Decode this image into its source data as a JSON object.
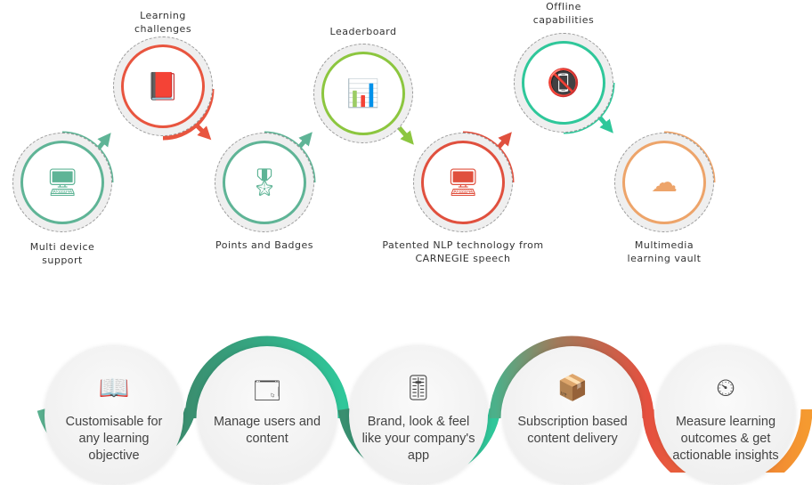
{
  "features": [
    {
      "label": "Multi device support",
      "lines": [
        "Multi device",
        "support"
      ],
      "icon": "devices-icon",
      "color": "#5fb496"
    },
    {
      "label": "Learning challenges",
      "lines": [
        "Learning",
        "challenges"
      ],
      "icon": "book-icon",
      "color": "#e8553f"
    },
    {
      "label": "Points and Badges",
      "lines": [
        "Points and Badges"
      ],
      "icon": "badge-icon",
      "color": "#5fb496"
    },
    {
      "label": "Leaderboard",
      "lines": [
        "Leaderboard"
      ],
      "icon": "presentation-chart-icon",
      "color": "#8cc63f"
    },
    {
      "label": "Patented NLP technology from CARNEGIE speech",
      "lines": [
        "Patented NLP technology from",
        "CARNEGIE speech"
      ],
      "icon": "monitor-report-icon",
      "color": "#e0503e"
    },
    {
      "label": "Offline capabilities",
      "lines": [
        "Offline",
        "capabilities"
      ],
      "icon": "no-wifi-phone-icon",
      "color": "#2fc79a"
    },
    {
      "label": "Multimedia learning vault",
      "lines": [
        "Multimedia",
        "learning vault"
      ],
      "icon": "cloud-network-icon",
      "color": "#eda46a"
    }
  ],
  "benefits": [
    {
      "lines": [
        "Customisable for",
        "any learning",
        "objective"
      ],
      "icon": "book-hand-icon"
    },
    {
      "lines": [
        "Manage users and",
        "content"
      ],
      "icon": "user-settings-icon"
    },
    {
      "lines": [
        "Brand, look & feel",
        "like your company's",
        "app"
      ],
      "icon": "sliders-icon"
    },
    {
      "lines": [
        "Subscription based",
        "content delivery"
      ],
      "icon": "box-delivery-icon"
    },
    {
      "lines": [
        "Measure learning",
        "outcomes & get",
        "actionable insights"
      ],
      "icon": "gauge-icon"
    }
  ]
}
